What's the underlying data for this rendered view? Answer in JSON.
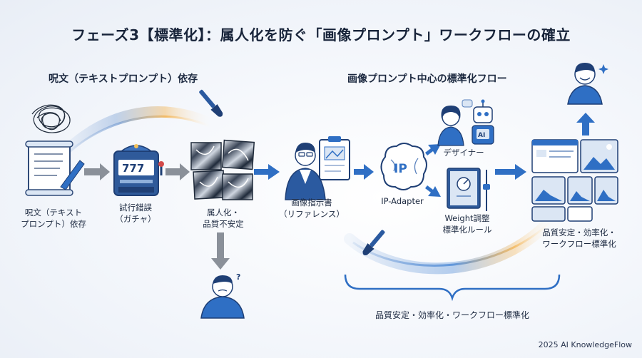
{
  "title": "フェーズ3【標準化】：属人化を防ぐ「画像プロンプト」ワークフローの確立",
  "left_section": {
    "heading": "呪文（テキストプロンプト）依存",
    "steps": [
      {
        "label_line1": "呪文（テキスト",
        "label_line2": "プロンプト）依存",
        "icon": "scroll-quill-icon"
      },
      {
        "label_line1": "試行錯誤",
        "label_line2": "（ガチャ）",
        "icon": "slot-machine-icon"
      },
      {
        "label_line1": "属人化・",
        "label_line2": "品質不安定",
        "icon": "chaotic-images-icon"
      }
    ],
    "outcome_icon": "confused-person-icon"
  },
  "right_section": {
    "heading": "画像プロンプト中心の標準化フロー",
    "reference": {
      "label_line1": "画像指示書",
      "label_line2": "（リファレンス）",
      "icon": "presenter-clipboard-icon"
    },
    "adapter": {
      "label": "IP-Adapter",
      "icon": "brain-ip-icon"
    },
    "designer": {
      "label": "デザイナー",
      "icon": "designer-ai-icon"
    },
    "rules": {
      "label_line1": "Weight調整",
      "label_line2": "標準化ルール",
      "icon": "rulebook-icon"
    },
    "result": {
      "label_line1": "品質安定・効率化・",
      "label_line2": "ワークフロー標準化",
      "icon": "image-grid-icon"
    },
    "outcome_icon": "happy-person-icon"
  },
  "bottom_label": "品質安定・効率化・ワークフロー標準化",
  "footer": "2025 AI KnowledgeFlow",
  "colors": {
    "primary": "#2f6fc4",
    "dark": "#1f3f75",
    "light": "#cfe0f5",
    "arrow": "#8a9099",
    "glow": "#f3b04a"
  }
}
